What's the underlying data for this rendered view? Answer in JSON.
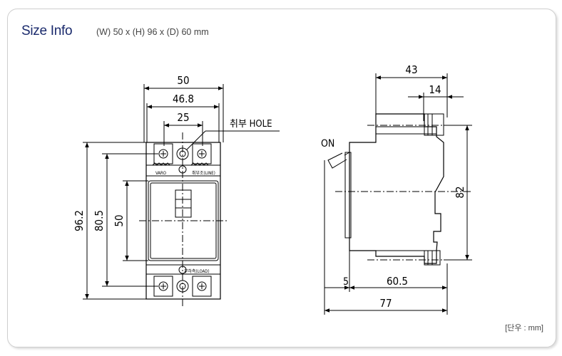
{
  "header": {
    "title": "Size Info",
    "subtitle": "(W) 50 x (H) 96 x (D) 60 mm"
  },
  "front_view": {
    "width_outer": "50",
    "width_inner": "46.8",
    "hole_spacing": "25",
    "hole_label": "취부 HOLE",
    "height_total": "96.2",
    "height_mount": "80.5",
    "height_window": "50",
    "top_left_label": "VARO",
    "top_right_label": "취부조(LINE)",
    "bottom_label": "부하측(LOAD)"
  },
  "side_view": {
    "on_label": "ON",
    "depth_top": "43",
    "depth_terminal": "14",
    "height": "82",
    "offset": "5",
    "depth_body": "60.5",
    "depth_total": "77"
  },
  "footer": {
    "unit_label": "[단우 : mm]"
  }
}
